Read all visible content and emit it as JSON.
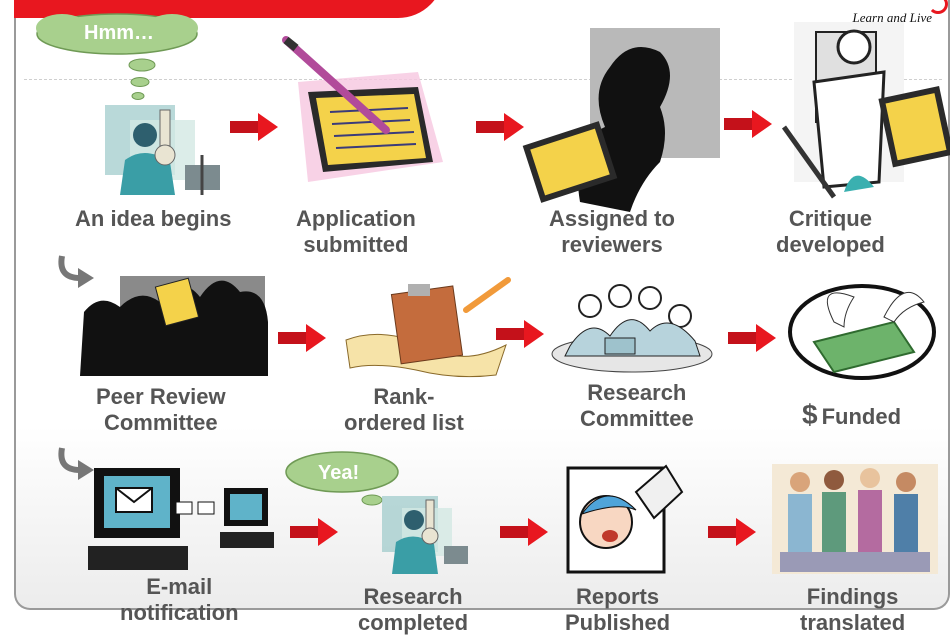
{
  "tagline": "Learn and Live",
  "thoughts": {
    "hmm": "Hmm…",
    "yea": "Yea!"
  },
  "steps": {
    "idea_begins": "An idea begins",
    "app_line1": "Application",
    "app_line2": "submitted",
    "assigned_line1": "Assigned to",
    "assigned_line2": "reviewers",
    "critique_line1": "Critique",
    "critique_line2": "developed",
    "peer_line1": "Peer Review",
    "peer_line2": "Committee",
    "rank_line1": "Rank-",
    "rank_line2": "ordered list",
    "rc_line1": "Research",
    "rc_line2": "Committee",
    "dollar": "$",
    "funded": "Funded",
    "email_line1": "E-mail",
    "email_line2": "notification",
    "completed_line1": "Research",
    "completed_line2": "completed",
    "reports_line1": "Reports",
    "reports_line2": "Published",
    "findings_line1": "Findings",
    "findings_line2": "translated"
  },
  "colors": {
    "accent_red": "#e8171f",
    "label_gray": "#555555",
    "thought_green": "#a8d08d"
  }
}
